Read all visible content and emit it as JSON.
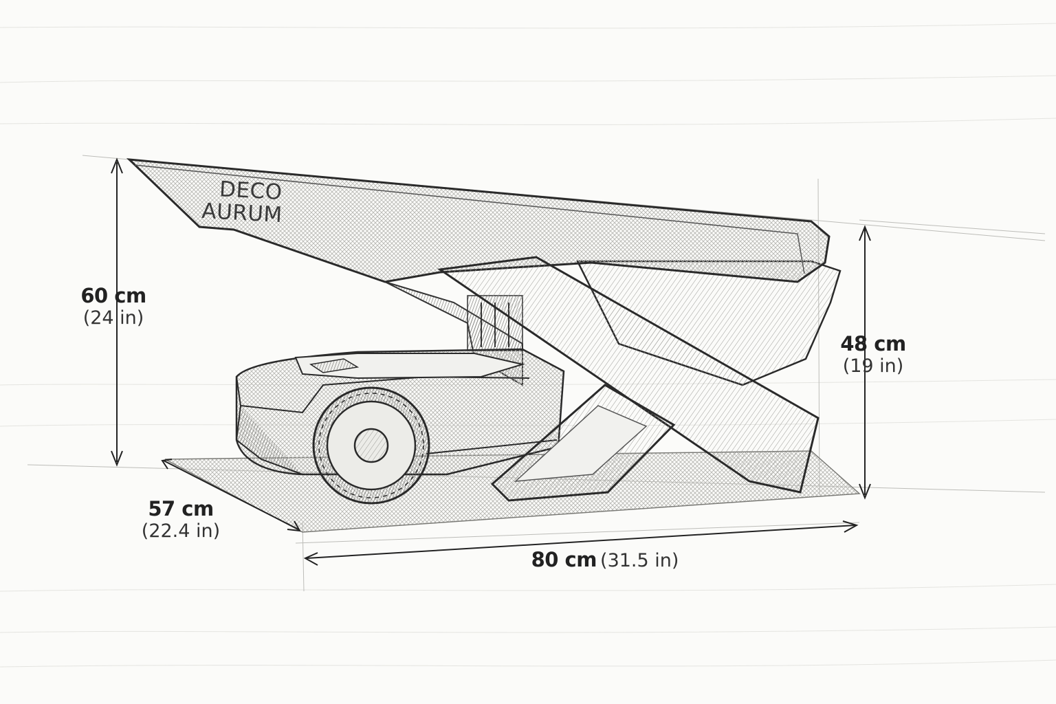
{
  "brand": {
    "line1": "DECO",
    "line2": "AURUM"
  },
  "dimensions": {
    "overall_height": {
      "metric": "60 cm",
      "imperial": "(24 in)"
    },
    "garage_height": {
      "metric": "48 cm",
      "imperial": "(19 in)"
    },
    "depth": {
      "metric": "57 cm",
      "imperial": "(22.4 in)"
    },
    "width": {
      "metric": "80 cm",
      "imperial": "(31.5 in)"
    }
  },
  "style": {
    "ink": "#2a2a2a",
    "paper": "#fbfbf9"
  }
}
